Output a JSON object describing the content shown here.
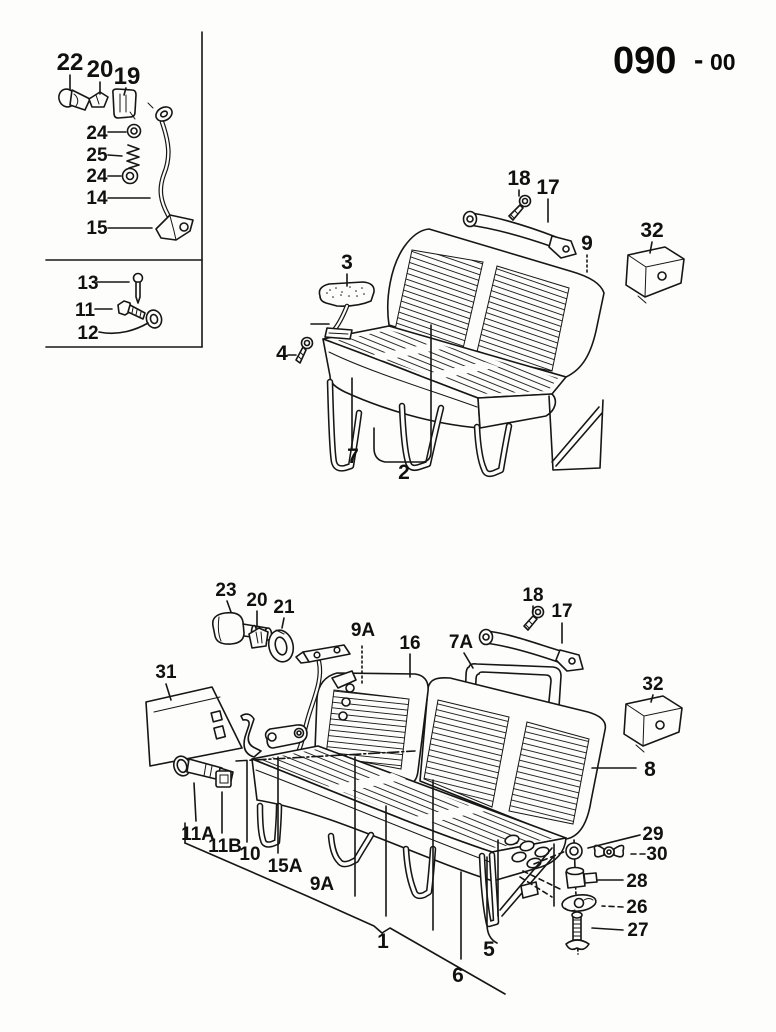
{
  "page": {
    "code_main": "090",
    "code_dash": "-",
    "code_suffix": "00",
    "ink_color": "#161616",
    "paper_color": "#fdfdfb"
  },
  "labels": {
    "p22": "22",
    "p20a": "20",
    "p19": "19",
    "p24a": "24",
    "p25": "25",
    "p24b": "24",
    "p14": "14",
    "p15": "15",
    "p13": "13",
    "p11": "11",
    "p12": "12",
    "p18a": "18",
    "p17a": "17",
    "p9": "9",
    "p32a": "32",
    "p3": "3",
    "p4": "4",
    "p7": "7",
    "p2": "2",
    "p23": "23",
    "p20b": "20",
    "p21": "21",
    "p9a_top": "9A",
    "p16": "16",
    "p7a": "7A",
    "p18b": "18",
    "p17b": "17",
    "p31": "31",
    "p32b": "32",
    "p8": "8",
    "p29": "29",
    "p30": "30",
    "p28": "28",
    "p26": "26",
    "p27": "27",
    "p11a": "11A",
    "p11b": "11B",
    "p10": "10",
    "p15a": "15A",
    "p9a_bot": "9A",
    "p1": "1",
    "p5": "5",
    "p6": "6"
  }
}
